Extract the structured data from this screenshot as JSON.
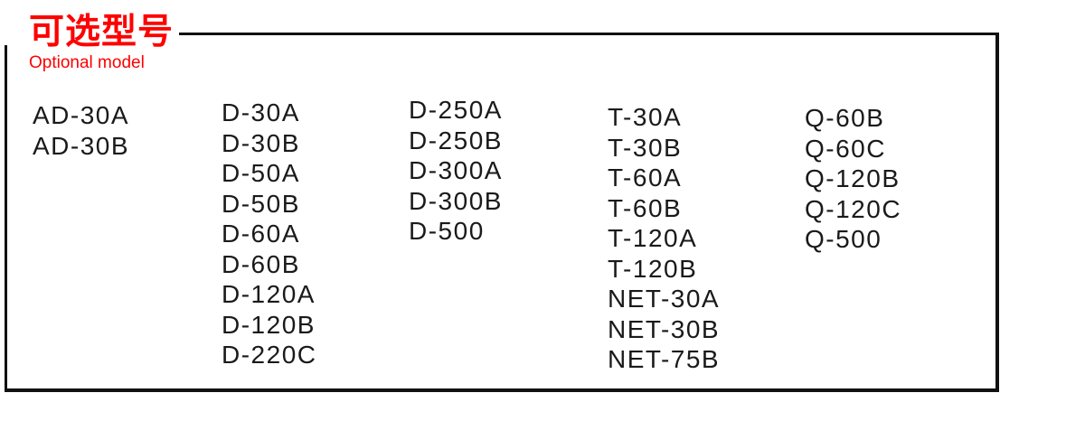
{
  "section": {
    "title_zh": "可选型号",
    "title_en": "Optional model"
  },
  "colors": {
    "accent_red": "#fe0000",
    "text": "#1a1a1a",
    "border": "#111111"
  },
  "model_columns": [
    [
      "AD-30A",
      "AD-30B"
    ],
    [
      "D-30A",
      "D-30B",
      "D-50A",
      "D-50B",
      "D-60A",
      "D-60B",
      "D-120A",
      "D-120B",
      "D-220C"
    ],
    [
      "D-250A",
      "D-250B",
      "D-300A",
      "D-300B",
      "D-500"
    ],
    [
      "T-30A",
      "T-30B",
      "T-60A",
      "T-60B",
      "T-120A",
      "T-120B",
      "NET-30A",
      "NET-30B",
      "NET-75B"
    ],
    [
      "Q-60B",
      "Q-60C",
      "Q-120B",
      "Q-120C",
      "Q-500"
    ]
  ]
}
